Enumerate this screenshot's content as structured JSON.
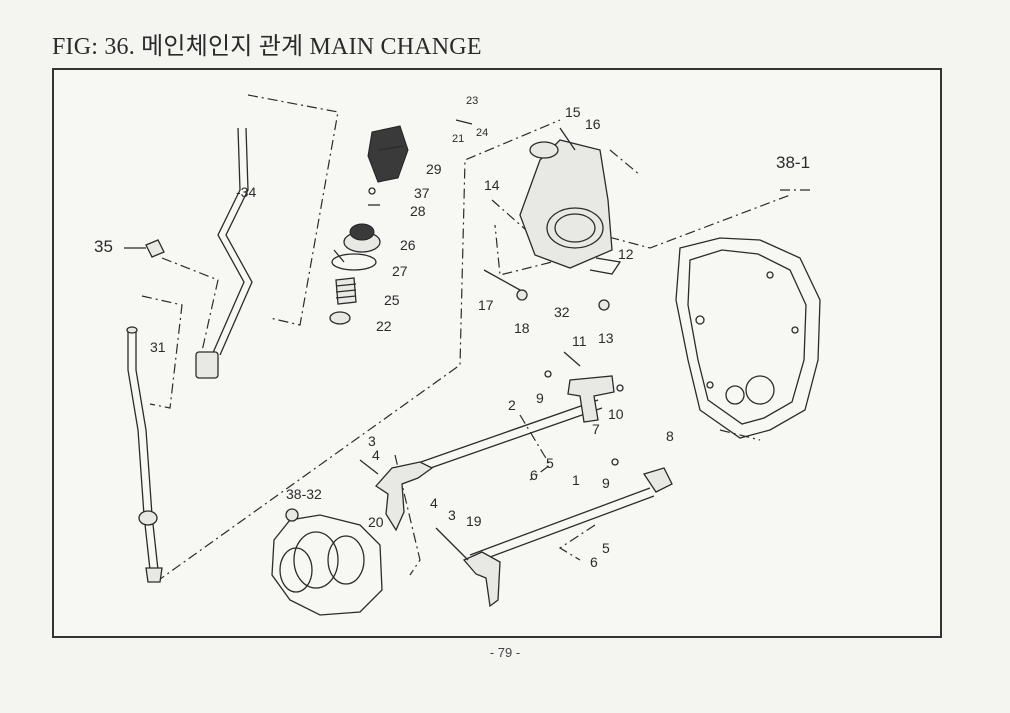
{
  "page": {
    "title": "FIG: 36. 메인체인지 관계 MAIN CHANGE",
    "page_number": "- 79 -"
  },
  "callouts": {
    "c34": "-34",
    "c35": "35",
    "c31": "31",
    "c29": "29",
    "c37": "37",
    "c28": "28",
    "c26": "26",
    "c27": "27",
    "c25": "25",
    "c22": "22",
    "c23": "23",
    "c21": "21",
    "c24": "24",
    "c15": "15",
    "c16": "16",
    "c14": "14",
    "c12": "12",
    "c17": "17",
    "c18": "18",
    "c32": "32",
    "c13": "13",
    "c38_1": "38-1",
    "c11": "11",
    "c9a": "9",
    "c10": "10",
    "c7": "7",
    "c2": "2",
    "c5a": "5",
    "c6a": "6",
    "c3a": "3",
    "c4a": "4",
    "c20": "20",
    "c38_32": "38-32",
    "c8": "8",
    "c9b": "9",
    "c1": "1",
    "c4b": "4",
    "c3b": "3",
    "c19": "19",
    "c5b": "5",
    "c6b": "6"
  }
}
